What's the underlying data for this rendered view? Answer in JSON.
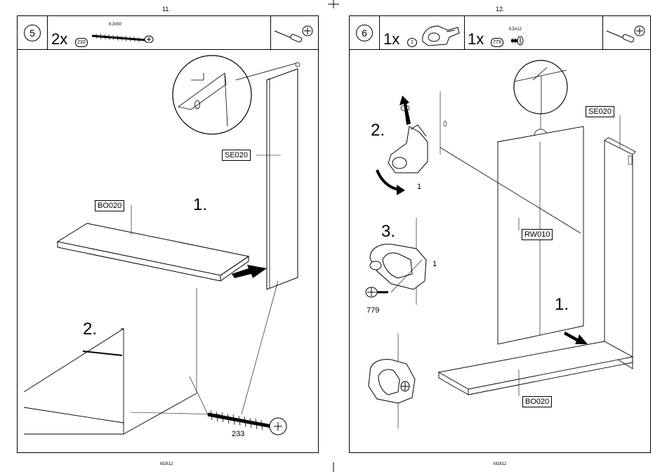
{
  "page_left": {
    "page_number": "11.",
    "footer": "M2812",
    "step_number": "5",
    "quantity": "2x",
    "part_id": "233",
    "part_size": "6,3x50",
    "tool_icons": [
      "screwdriver-icon",
      "phillips-head-icon"
    ],
    "labels": {
      "side_panel": "SE020",
      "bottom_panel": "BO020",
      "screw": "233"
    },
    "sub_steps": [
      "1.",
      "2."
    ]
  },
  "page_right": {
    "page_number": "12.",
    "footer": "M2812",
    "step_number": "6",
    "quantity_a": "1x",
    "part_a_id": "1",
    "quantity_b": "1x",
    "part_b_id": "779",
    "part_b_size": "6,5x12",
    "tool_icons": [
      "screwdriver-icon",
      "phillips-head-icon"
    ],
    "labels": {
      "side_panel": "SE020",
      "back_panel": "RW010",
      "bottom_panel": "BO020",
      "bracket": "1",
      "bracket_2": "1",
      "screw": "779"
    },
    "sub_steps": [
      "2.",
      "3.",
      "1."
    ]
  }
}
